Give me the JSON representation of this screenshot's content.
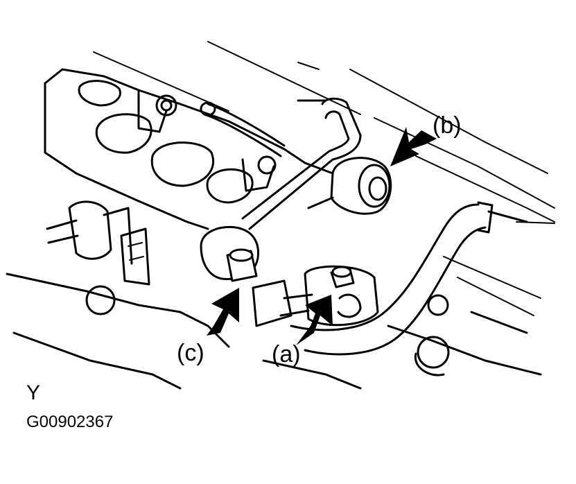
{
  "figure": {
    "view_code": "Y",
    "figure_code": "G00902367"
  },
  "callouts": {
    "a": "(a)",
    "b": "(b)",
    "c": "(c)"
  },
  "colors": {
    "ink": "#000000",
    "background": "#ffffff"
  }
}
